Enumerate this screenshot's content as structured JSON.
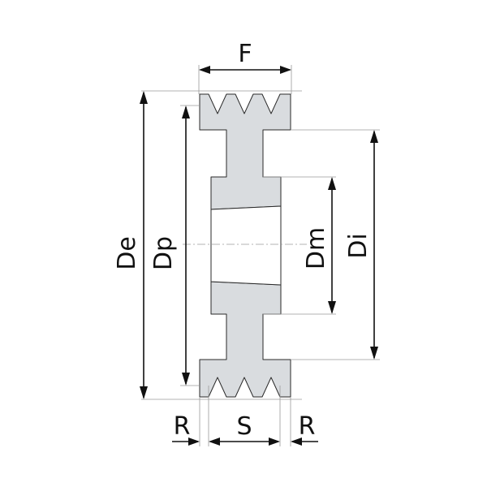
{
  "labels": {
    "face_width": "F",
    "outer_diameter": "De",
    "pitch_diameter": "Dp",
    "hub_diameter": "Dm",
    "inner_rim_diameter": "Di",
    "edge_distance_left": "R",
    "groove_spacing": "S",
    "edge_distance_right": "R"
  },
  "colors": {
    "section_fill": "#d9dcdf",
    "outline": "#2a2a2a",
    "dimension_line": "#111111",
    "extension_line": "#9a9a9a"
  }
}
